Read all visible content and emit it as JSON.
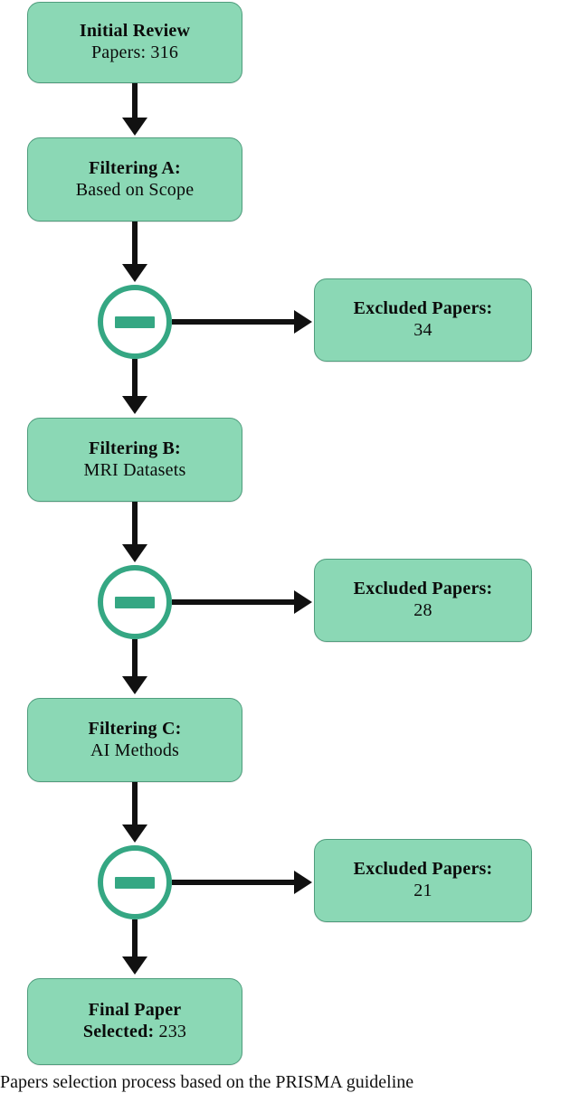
{
  "diagram": {
    "type": "flowchart",
    "title": "PRISMA paper selection flow",
    "colors": {
      "box_fill": "#8bd8b5",
      "box_border": "#4f9d7d",
      "circle_ring": "#35a783",
      "arrow": "#111111",
      "text": "#0b0b0b",
      "background": "#ffffff"
    },
    "nodes": {
      "initial": {
        "line1": "Initial Review",
        "line2": "Papers: 316",
        "count": 316
      },
      "filter_a": {
        "line1": "Filtering A:",
        "line2": "Based on Scope"
      },
      "filter_b": {
        "line1": "Filtering B:",
        "line2": "MRI  Datasets"
      },
      "filter_c": {
        "line1": "Filtering C:",
        "line2": "AI Methods"
      },
      "final": {
        "line1": "Final Paper",
        "line2_label": "Selected:",
        "line2_value": "233",
        "count": 233
      },
      "excluded_1": {
        "line1": "Excluded Papers:",
        "line2": "34",
        "count": 34
      },
      "excluded_2": {
        "line1": "Excluded Papers:",
        "line2": "28",
        "count": 28
      },
      "excluded_3": {
        "line1": "Excluded Papers:",
        "line2": "21",
        "count": 21
      }
    },
    "exclusion_markers": {
      "marker_1": "minus-icon",
      "marker_2": "minus-icon",
      "marker_3": "minus-icon"
    }
  },
  "caption": {
    "text": "Papers selection process based on the PRISMA guideline"
  }
}
